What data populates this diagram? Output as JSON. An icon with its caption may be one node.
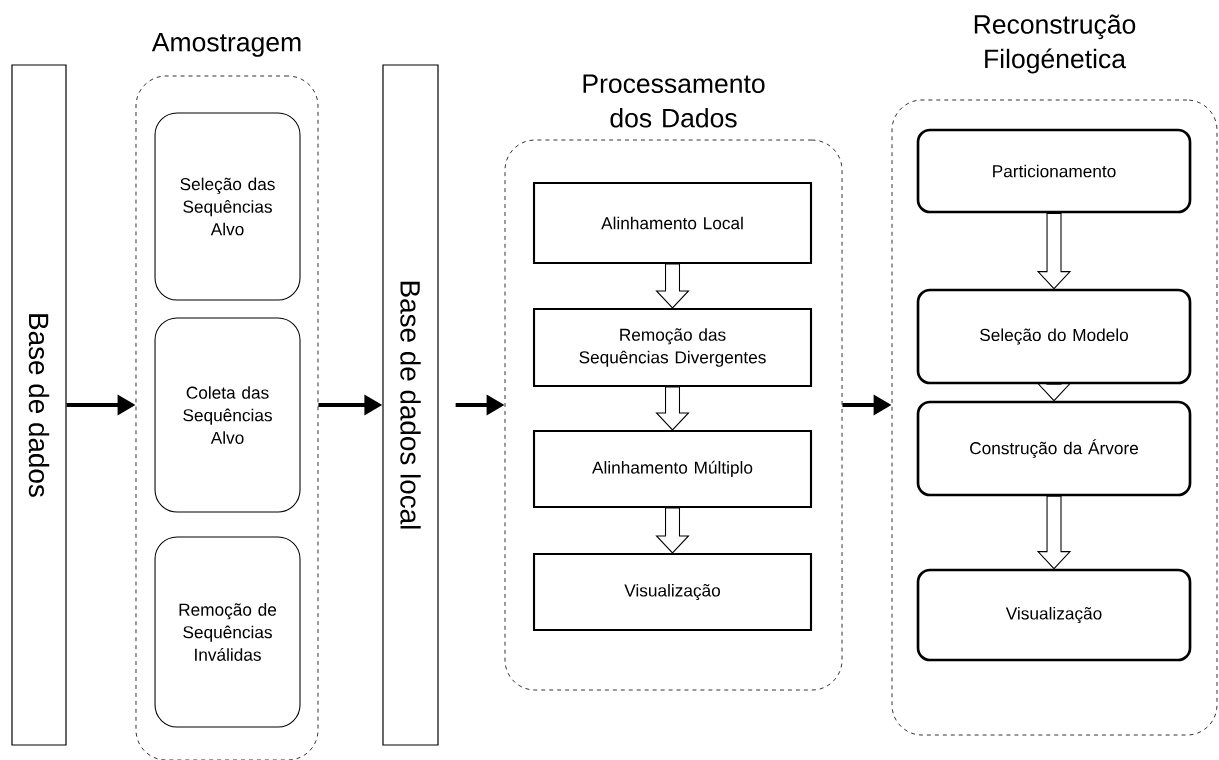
{
  "diagram": {
    "nodes": [
      {
        "text": [
          "Base de dados"
        ]
      },
      {
        "text": [
          "Amostragem"
        ]
      },
      {
        "text": [
          "Seleção das Sequências Alvo"
        ],
        "in": 1
      },
      {
        "text": [
          "Coleta das Sequências Alvo"
        ],
        "in": 1
      },
      {
        "text": [
          "Remoção de Sequências Inválidas"
        ],
        "in": 1
      },
      {
        "text": [
          "Base de dados local"
        ]
      },
      {
        "text": [
          "Processamento dos Dados"
        ]
      },
      {
        "text": [
          "Alinhamento Local"
        ],
        "in": 6
      },
      {
        "text": [
          "Remoção das Sequências Divergentes"
        ],
        "in": 6
      },
      {
        "text": [
          "Alinhamento Múltiplo"
        ],
        "in": 6
      },
      {
        "text": [
          "Visualização"
        ],
        "in": 6
      },
      {
        "text": [
          "Reconstrução Filogénetica"
        ]
      },
      {
        "text": [
          "Particionamento"
        ],
        "in": 11
      },
      {
        "text": [
          "Seleção do Modelo"
        ],
        "in": 11
      },
      {
        "text": [
          "Construção da Árvore"
        ],
        "in": 11
      },
      {
        "text": [
          "Visualização"
        ],
        "in": 11
      }
    ],
    "edges": [
      {
        "from": 0,
        "to": 1,
        "arrow": "to"
      },
      {
        "from": 1,
        "to": 5,
        "arrow": "to"
      },
      {
        "from": 5,
        "to": 6,
        "arrow": "to"
      },
      {
        "from": 6,
        "to": 11,
        "arrow": "to"
      },
      {
        "from": 7,
        "to": 8,
        "arrow": "to"
      },
      {
        "from": 8,
        "to": 9,
        "arrow": "to"
      },
      {
        "from": 9,
        "to": 10,
        "arrow": "to"
      },
      {
        "from": 12,
        "to": 13,
        "arrow": "to"
      },
      {
        "from": 13,
        "to": 14,
        "arrow": "to"
      },
      {
        "from": 14,
        "to": 15,
        "arrow": "to"
      }
    ]
  }
}
